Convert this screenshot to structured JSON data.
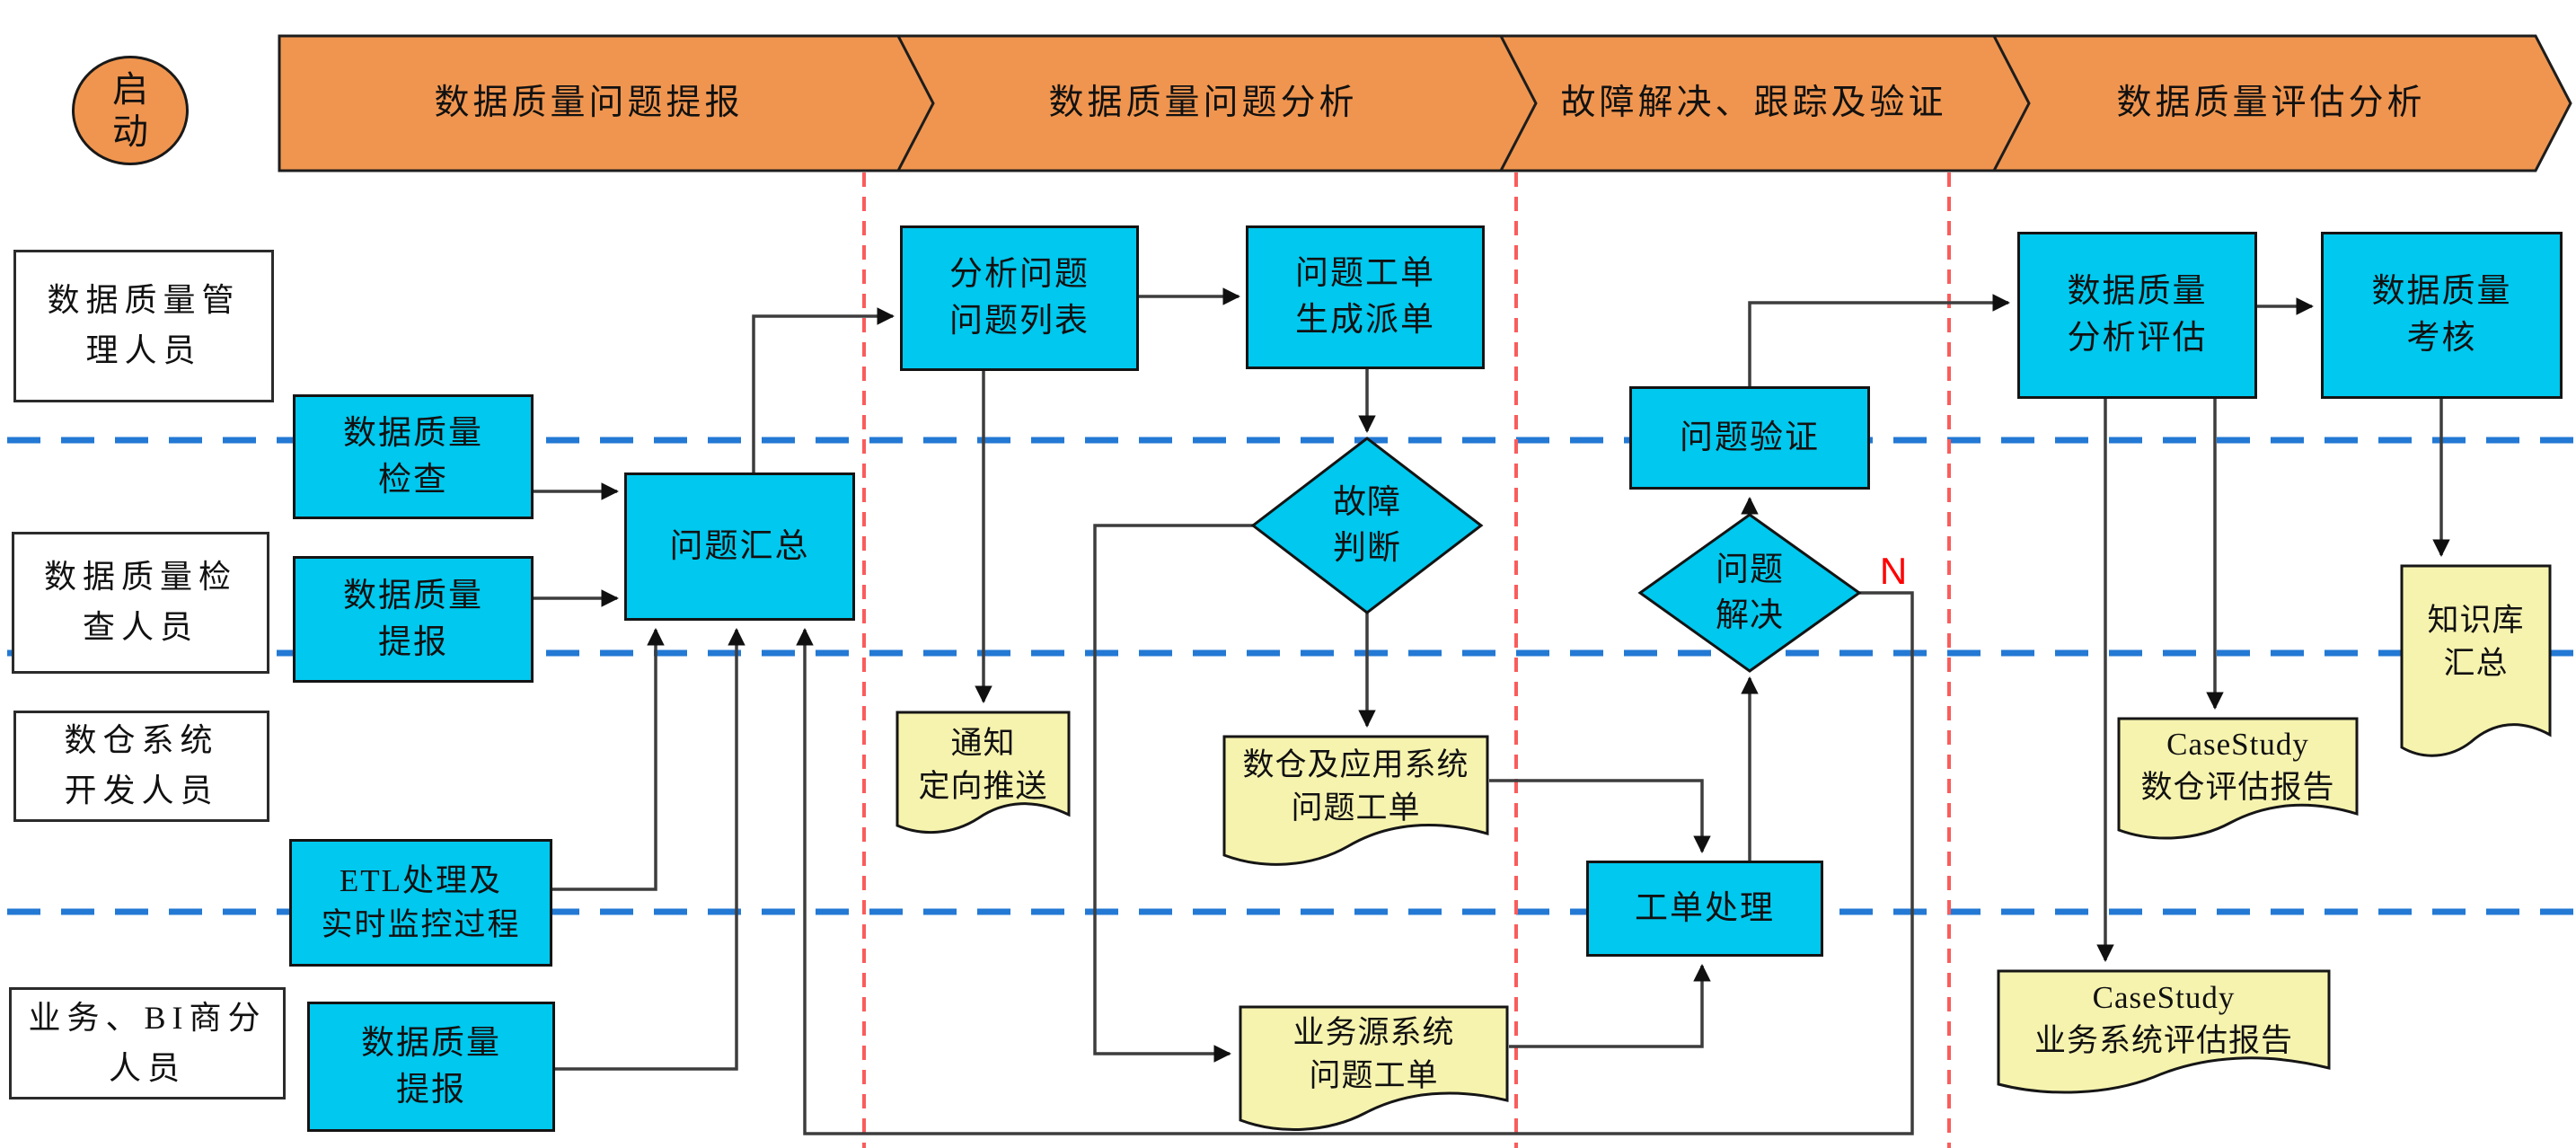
{
  "start": {
    "label": "启\n动"
  },
  "phases": [
    {
      "label": "数据质量问题提报"
    },
    {
      "label": "数据质量问题分析"
    },
    {
      "label": "故障解决、跟踪及验证"
    },
    {
      "label": "数据质量评估分析"
    }
  ],
  "lanes": [
    {
      "label": "数据质量管\n理人员"
    },
    {
      "label": "数据质量检\n查人员"
    },
    {
      "label": "数仓系统\n开发人员"
    },
    {
      "label": "业务、BI商分\n人员"
    }
  ],
  "processes": {
    "quality_check": {
      "label": "数据质量\n检查"
    },
    "quality_report": {
      "label": "数据质量\n提报"
    },
    "issue_summary": {
      "label": "问题汇总"
    },
    "analyze_issues": {
      "label": "分析问题\n问题列表"
    },
    "ticket_generate": {
      "label": "问题工单\n生成派单"
    },
    "etl_monitor": {
      "label": "ETL处理及\n实时监控过程"
    },
    "quality_report_biz": {
      "label": "数据质量\n提报"
    },
    "issue_verify": {
      "label": "问题验证"
    },
    "ticket_handle": {
      "label": "工单处理"
    },
    "quality_eval": {
      "label": "数据质量\n分析评估"
    },
    "quality_assess": {
      "label": "数据质量\n考核"
    }
  },
  "decisions": {
    "fault_judge": {
      "label": "故障\n判断"
    },
    "issue_resolved": {
      "label": "问题\n解决",
      "no_label": "N"
    }
  },
  "documents": {
    "notify_push": {
      "label": "通知\n定向推送"
    },
    "dw_ticket": {
      "label": "数仓及应用系统\n问题工单"
    },
    "biz_ticket": {
      "label": "业务源系统\n问题工单"
    },
    "casestudy_dw": {
      "label": "CaseStudy\n数仓评估报告"
    },
    "casestudy_biz": {
      "label": "CaseStudy\n业务系统评估报告"
    },
    "knowledge_base": {
      "label": "知识库\n汇总"
    }
  },
  "colors": {
    "phase_fill": "#F0954F",
    "process_fill": "#00C8EE",
    "document_fill": "#F6F3AF",
    "lane_divider_blue": "#2379D4",
    "phase_divider_red": "#FA5C5C",
    "no_branch_red": "#FF0000"
  }
}
